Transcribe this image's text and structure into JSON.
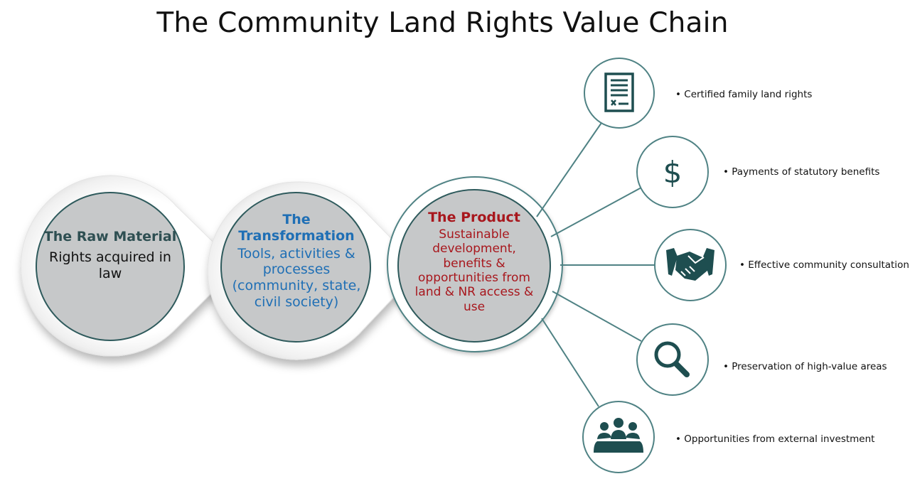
{
  "title": "The Community Land Rights Value Chain",
  "stages": [
    {
      "heading": "The Raw Material",
      "body": "Rights acquired in law",
      "color": "#2e4f52"
    },
    {
      "heading": "The Transformation",
      "body": "Tools, activities & processes (community, state, civil society)",
      "color": "#1f6fb5"
    },
    {
      "heading": "The Product",
      "body": "Sustainable development, benefits & opportunities from land & NR access & use",
      "color": "#a8171d"
    }
  ],
  "outcomes": [
    {
      "icon": "certificate-icon",
      "label": "Certified family land rights"
    },
    {
      "icon": "dollar-icon",
      "label": "Payments of statutory benefits"
    },
    {
      "icon": "handshake-icon",
      "label": "Effective community consultation"
    },
    {
      "icon": "magnifier-icon",
      "label": "Preservation of high-value areas"
    },
    {
      "icon": "people-group-icon",
      "label": "Opportunities from external investment"
    }
  ],
  "colors": {
    "teal": "#1e4e50",
    "line": "#4f8284",
    "circle_fill": "#c6c8c9"
  }
}
